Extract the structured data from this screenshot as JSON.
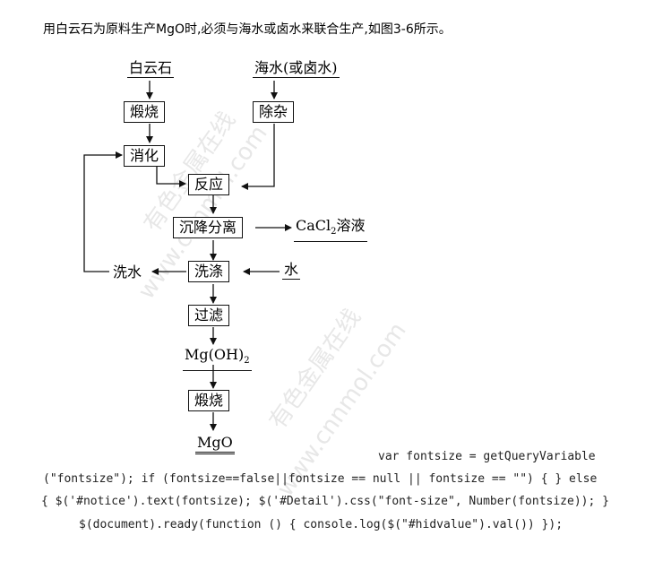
{
  "intro_text": "用白云石为原料生产MgO时,必须与海水或卤水来联合生产,如图3-6所示。",
  "diagram": {
    "nodes": {
      "dolomite": "白云石",
      "seawater": "海水(或卤水)",
      "calcine1": "煅烧",
      "impurity": "除杂",
      "slaking": "消化",
      "reaction": "反应",
      "separation": "沉降分离",
      "cacl2_a": "CaCl",
      "cacl2_sub": "2",
      "cacl2_b": "溶液",
      "wash_water": "洗水",
      "washing": "洗涤",
      "water": "水",
      "filtering": "过滤",
      "mgoh_a": "Mg(OH)",
      "mgoh_sub": "2",
      "calcine2": "煅烧",
      "mgo": "MgO"
    },
    "watermarks": [
      "有色金属在线",
      "www.cnnmol.com",
      "有色金属在线",
      "www.cnnmol.com"
    ]
  },
  "code_lines": [
    "var fontsize = getQueryVariable",
    "(\"fontsize\"); if (fontsize==false||fontsize == null || fontsize == \"\") { } else",
    "{ $('#notice').text(fontsize); $('#Detail').css(\"font-size\", Number(fontsize)); }",
    "$(document).ready(function () { console.log($(\"#hidvalue\").val()) });"
  ]
}
